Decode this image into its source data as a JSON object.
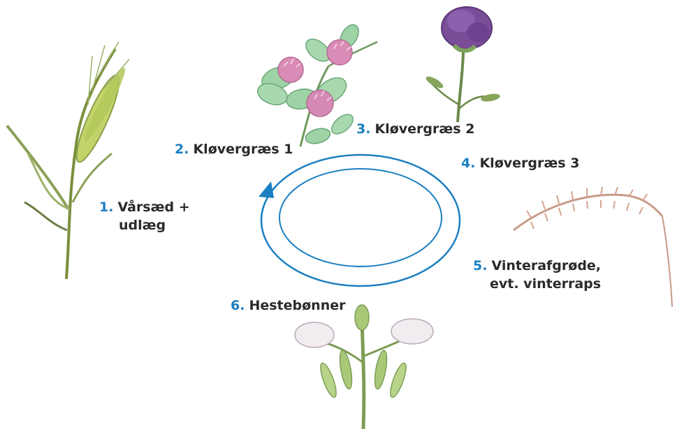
{
  "colors": {
    "accent": "#1b7fc1",
    "text": "#2a2a2a"
  },
  "steps": [
    {
      "num": "1.",
      "line1": "Vårsæd +",
      "line2": "udlæg",
      "icon": "barley-icon"
    },
    {
      "num": "2.",
      "line1": "Kløvergræs 1",
      "icon": "red-clover-icon"
    },
    {
      "num": "3.",
      "line1": "Kløvergræs 2",
      "icon": "lucerne-flower-icon"
    },
    {
      "num": "4.",
      "line1": "Kløvergræs 3"
    },
    {
      "num": "5.",
      "line1": "Vinterafgrøde,",
      "line2": "evt. vinterraps",
      "icon": "wheat-ear-icon"
    },
    {
      "num": "6.",
      "line1": "Hestebønner",
      "icon": "field-bean-icon"
    }
  ]
}
